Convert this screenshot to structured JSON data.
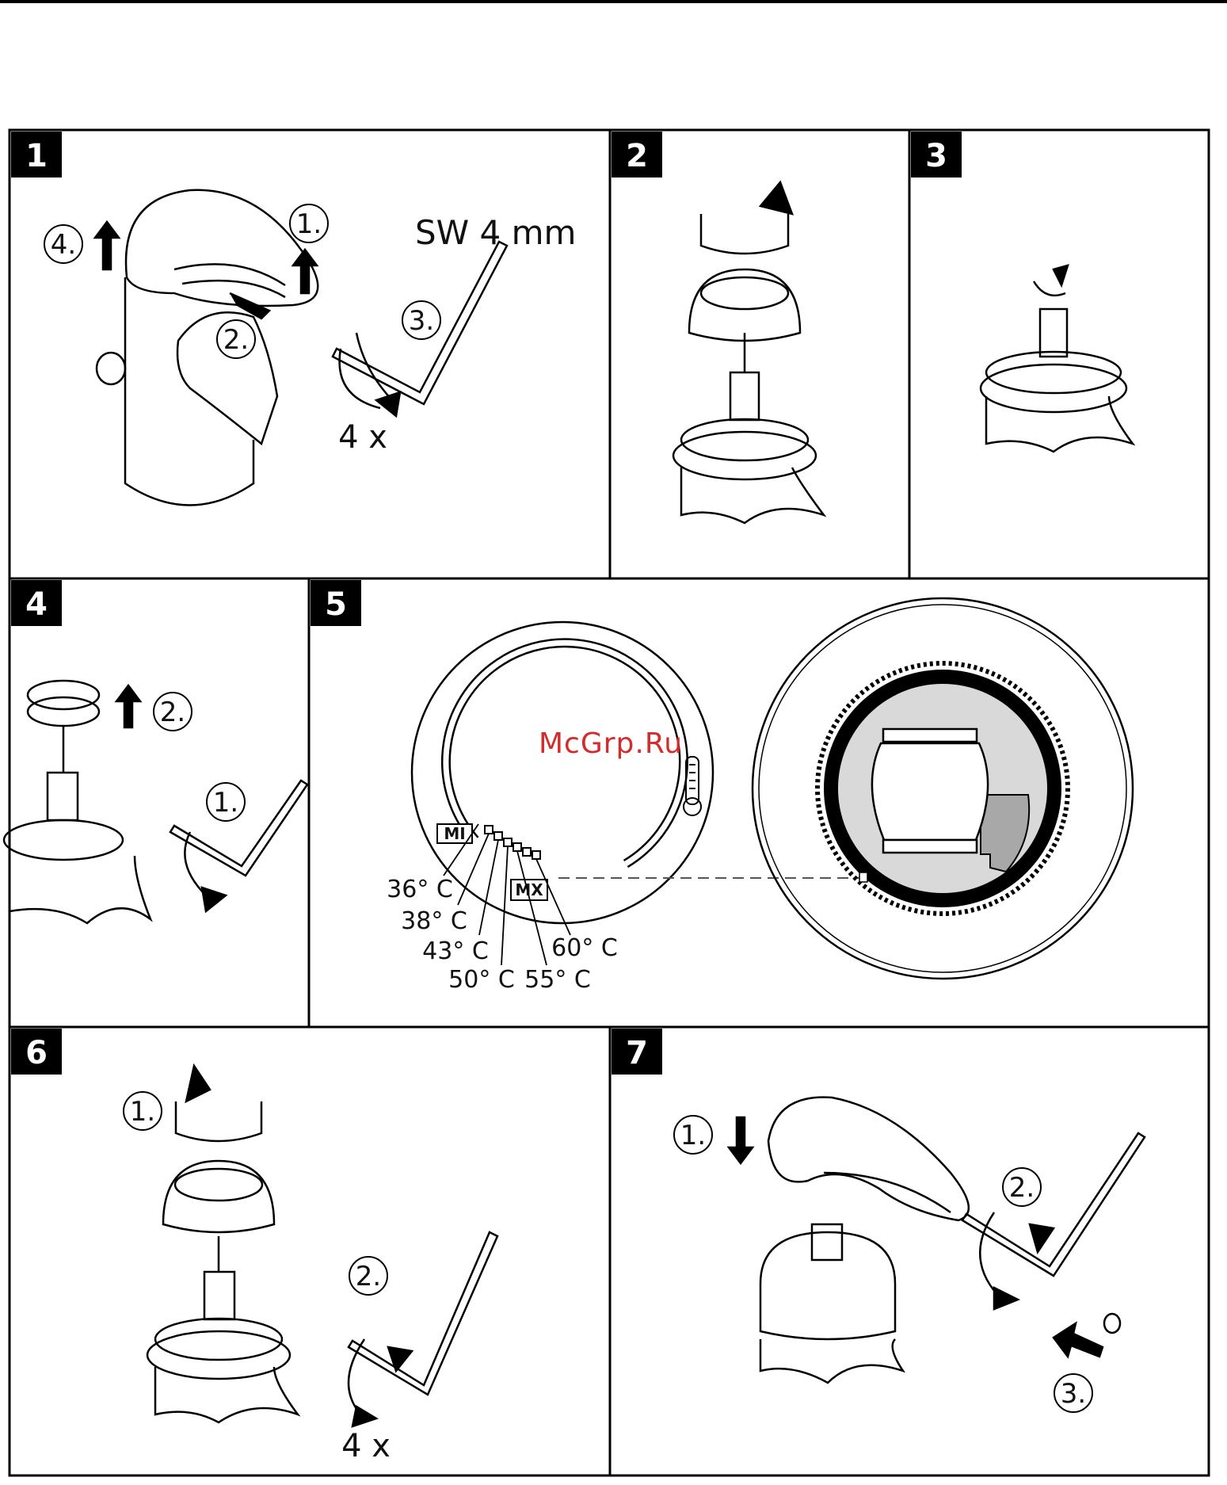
{
  "panels": [
    {
      "id": "1",
      "badge": "1"
    },
    {
      "id": "2",
      "badge": "2"
    },
    {
      "id": "3",
      "badge": "3"
    },
    {
      "id": "4",
      "badge": "4"
    },
    {
      "id": "5",
      "badge": "5"
    },
    {
      "id": "6",
      "badge": "6"
    },
    {
      "id": "7",
      "badge": "7"
    }
  ],
  "step1": {
    "tool_size": "SW 4 mm",
    "s1": "1.",
    "s2": "2.",
    "s3": "3.",
    "s4": "4.",
    "turns": "4 x"
  },
  "step4": {
    "s1": "1.",
    "s2": "2."
  },
  "step5": {
    "scale_left": "MI",
    "scale_right": "MX",
    "temps": [
      "36° C",
      "38° C",
      "43° C",
      "50° C",
      "55° C",
      "60° C"
    ]
  },
  "step6": {
    "s1": "1.",
    "s2": "2.",
    "turns": "4 x"
  },
  "step7": {
    "s1": "1.",
    "s2": "2.",
    "s3": "3."
  },
  "watermark": "McGrp.Ru"
}
